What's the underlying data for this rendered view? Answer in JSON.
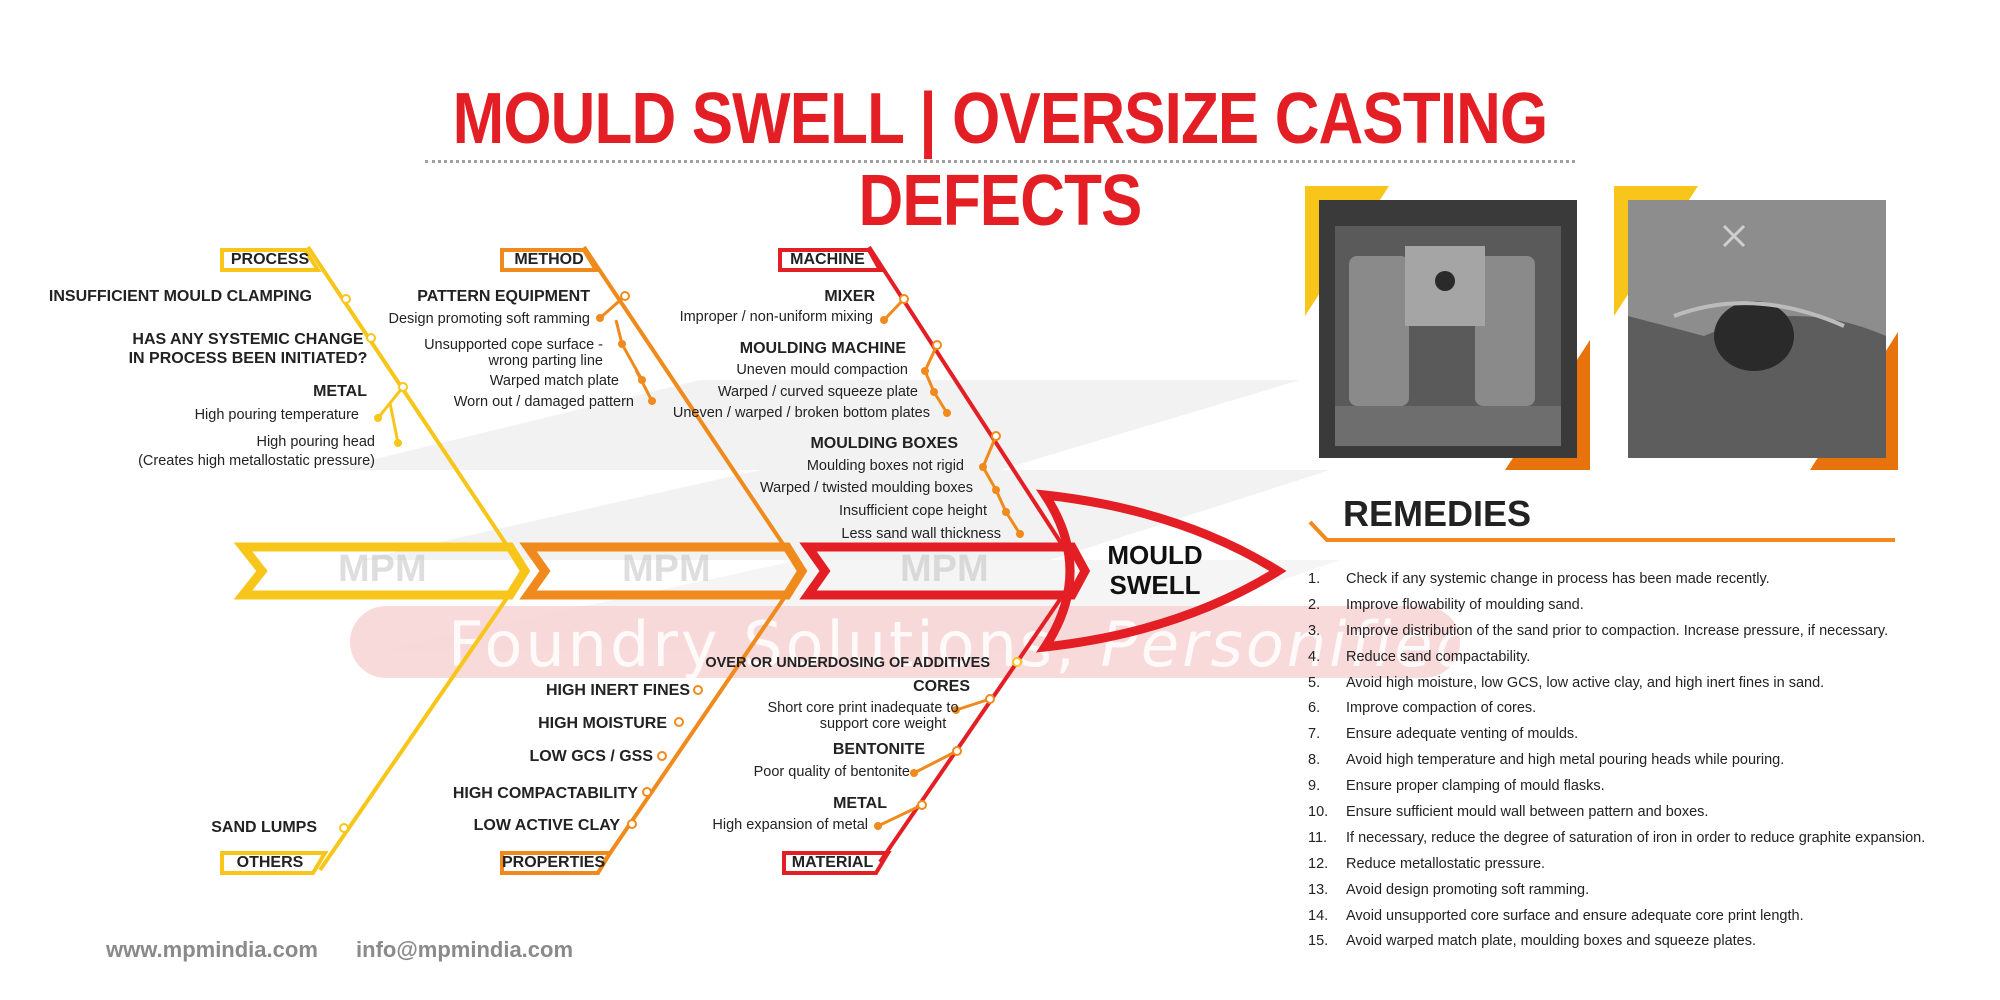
{
  "title": "MOULD SWELL | OVERSIZE CASTING DEFECTS",
  "watermark": {
    "tagline": "Foundry Solutions,",
    "tagline_italic": "Personified",
    "logo_text": "MPM"
  },
  "fish_head": "MOULD SWELL",
  "categories": {
    "process": "PROCESS",
    "method": "METHOD",
    "machine": "MACHINE",
    "others": "OTHERS",
    "properties": "PROPERTIES",
    "material": "MATERIAL"
  },
  "process": {
    "clamping": "INSUFFICIENT MOULD CLAMPING",
    "systemic_1": "HAS ANY SYSTEMIC CHANGE",
    "systemic_2": "IN PROCESS BEEN INITIATED?",
    "metal": "METAL",
    "metal_1": "High pouring temperature",
    "metal_2": "High pouring head",
    "metal_3": "(Creates high metallostatic pressure)"
  },
  "method": {
    "pattern": "PATTERN EQUIPMENT",
    "p1": "Design promoting soft ramming",
    "p2a": "Unsupported cope surface -",
    "p2b": "wrong parting line",
    "p3": "Warped match plate",
    "p4": "Worn out / damaged pattern"
  },
  "machine": {
    "mixer": "MIXER",
    "mixer_1": "Improper / non-uniform mixing",
    "moulding_machine": "MOULDING MACHINE",
    "mm_1": "Uneven mould compaction",
    "mm_2": "Warped / curved squeeze plate",
    "mm_3": "Uneven / warped / broken bottom plates",
    "boxes": "MOULDING BOXES",
    "b1": "Moulding boxes not rigid",
    "b2": "Warped / twisted moulding boxes",
    "b3": "Insufficient cope height",
    "b4": "Less sand wall thickness"
  },
  "others": {
    "sand_lumps": "SAND LUMPS"
  },
  "properties": {
    "p1": "HIGH INERT FINES",
    "p2": "HIGH MOISTURE",
    "p3": "LOW GCS / GSS",
    "p4": "HIGH COMPACTABILITY",
    "p5": "LOW ACTIVE CLAY"
  },
  "material": {
    "additives": "OVER OR UNDERDOSING OF ADDITIVES",
    "cores": "CORES",
    "cores_1a": "Short core print inadequate to",
    "cores_1b": "support core weight",
    "bentonite": "BENTONITE",
    "bentonite_1": "Poor quality of bentonite",
    "metal": "METAL",
    "metal_1": "High expansion of metal"
  },
  "remedies_title": "REMEDIES",
  "remedies": [
    {
      "num": "1.",
      "text": "Check if any systemic change in process has been made recently."
    },
    {
      "num": "2.",
      "text": "Improve flowability of moulding sand."
    },
    {
      "num": "3.",
      "text": "Improve distribution of the sand prior to compaction. Increase pressure, if necessary."
    },
    {
      "num": "4.",
      "text": "Reduce sand compactability."
    },
    {
      "num": "5.",
      "text": "Avoid high moisture, low GCS, low active clay, and high inert fines in sand."
    },
    {
      "num": "6.",
      "text": "Improve compaction of cores."
    },
    {
      "num": "7.",
      "text": "Ensure adequate venting of moulds."
    },
    {
      "num": "8.",
      "text": "Avoid high temperature and high metal pouring heads while pouring."
    },
    {
      "num": "9.",
      "text": "Ensure proper clamping of mould flasks."
    },
    {
      "num": "10.",
      "text": "Ensure sufficient mould wall between pattern and boxes."
    },
    {
      "num": "11.",
      "text": "If necessary, reduce the degree of saturation of iron in order to reduce graphite expansion."
    },
    {
      "num": "12.",
      "text": "Reduce metallostatic pressure."
    },
    {
      "num": "13.",
      "text": "Avoid design promoting soft ramming."
    },
    {
      "num": "14.",
      "text": "Avoid unsupported core surface  and ensure adequate core print length."
    },
    {
      "num": "15.",
      "text": "Avoid warped match plate, moulding boxes  and squeeze plates."
    }
  ],
  "footer": {
    "website": "www.mpmindia.com",
    "email": "info@mpmindia.com"
  },
  "colors": {
    "red": "#e31e24",
    "orange": "#f08a1c",
    "yellow": "#f8c61a",
    "dark_orange": "#e8720c"
  }
}
